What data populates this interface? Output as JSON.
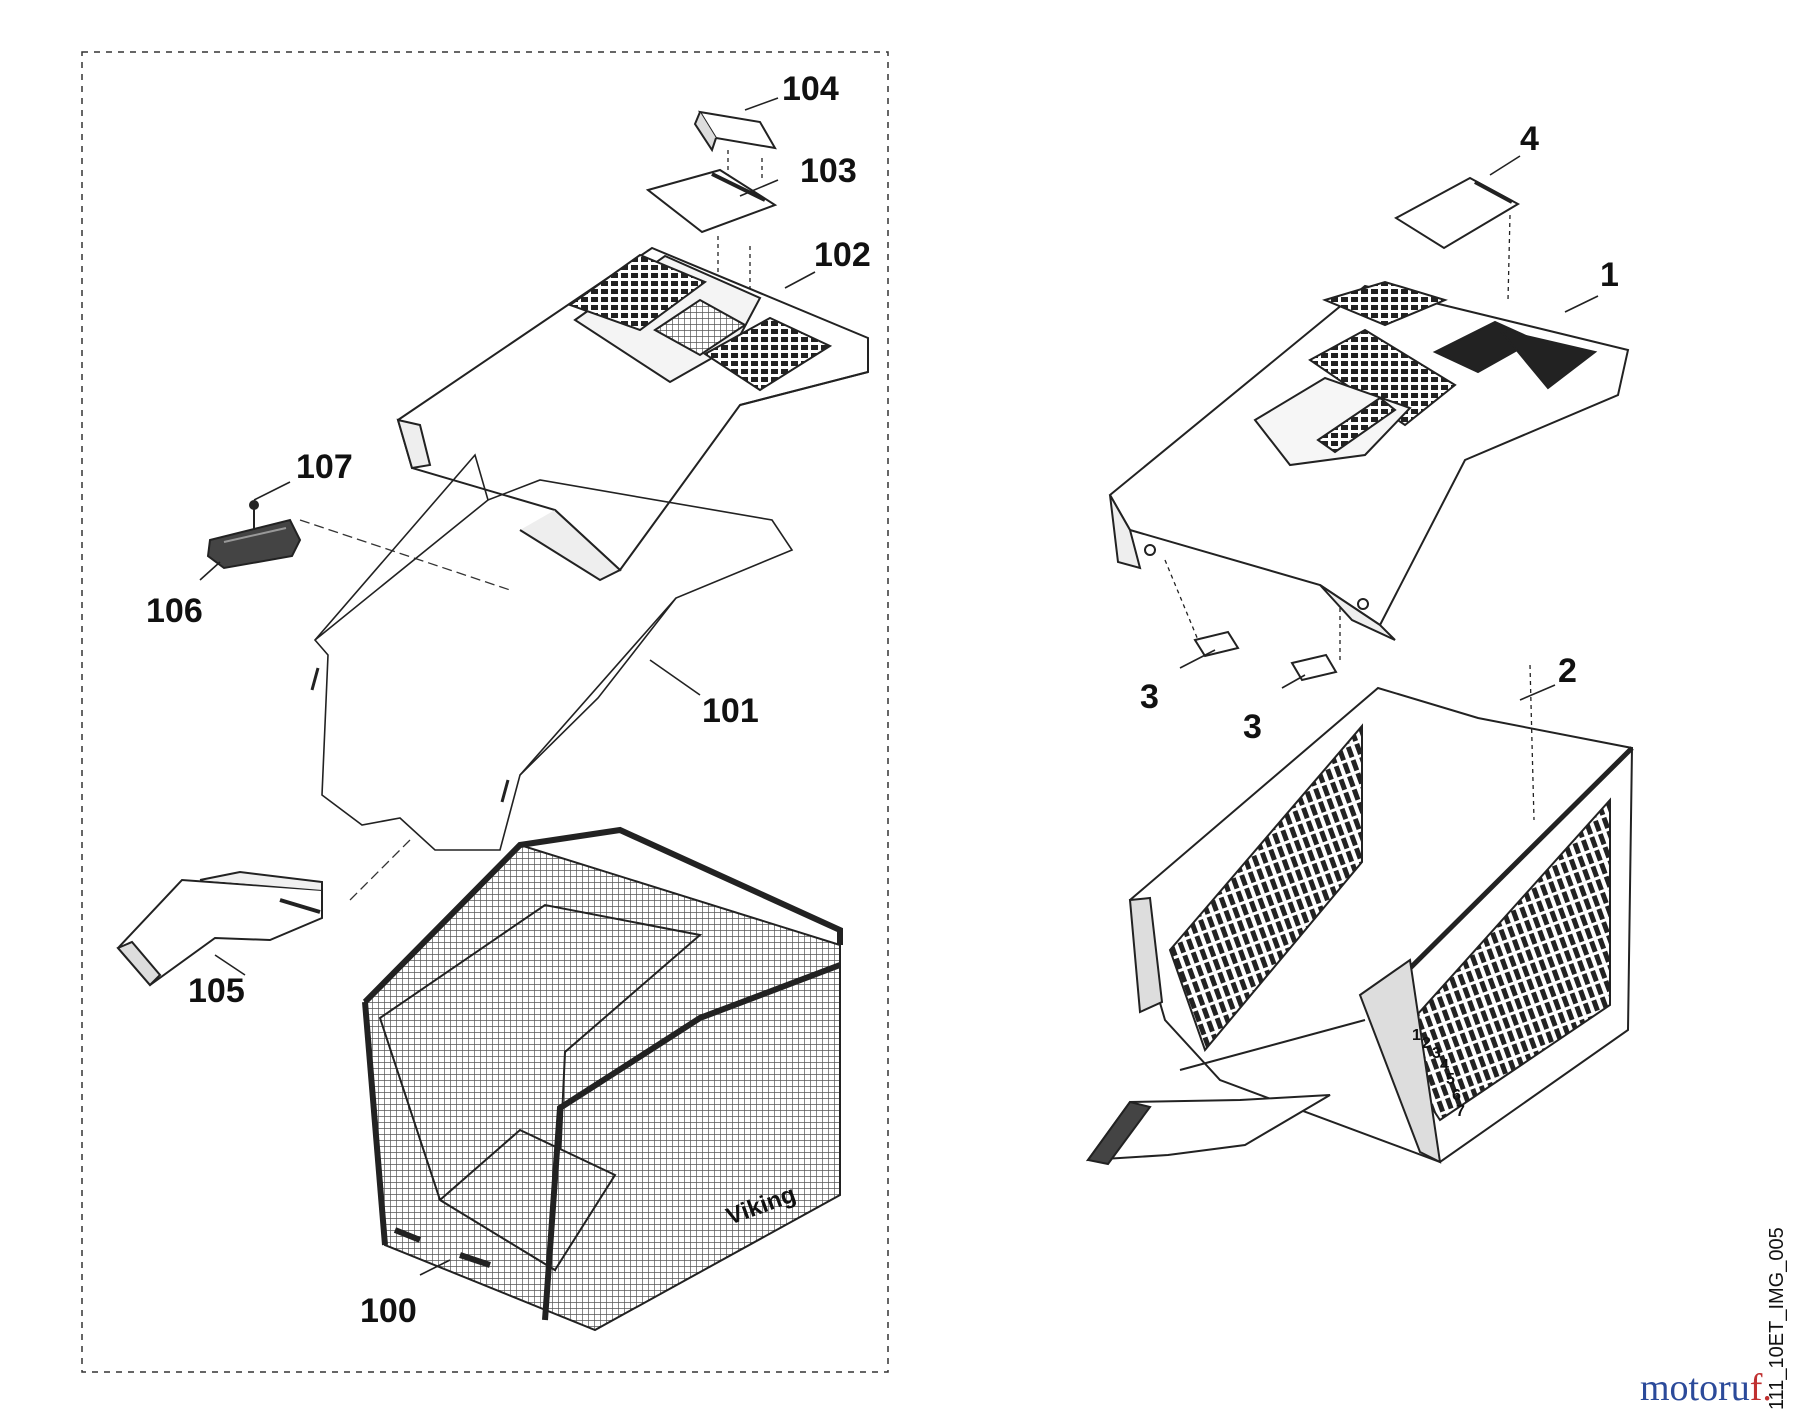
{
  "parts": {
    "p100": "100",
    "p101": "101",
    "p102": "102",
    "p103": "103",
    "p104": "104",
    "p105": "105",
    "p106": "106",
    "p107": "107",
    "p1": "1",
    "p2": "2",
    "p3a": "3",
    "p3b": "3",
    "p4": "4"
  },
  "side_code": "111_10ET_IMG_005",
  "brand": {
    "part1": "motoru",
    "part2": "f.",
    "color1": "#2b4a9a",
    "color2": "#c03030"
  },
  "scale_marks": [
    "1",
    "2",
    "3",
    "4",
    "5",
    "6",
    "7"
  ],
  "bag_logo": "Viking"
}
